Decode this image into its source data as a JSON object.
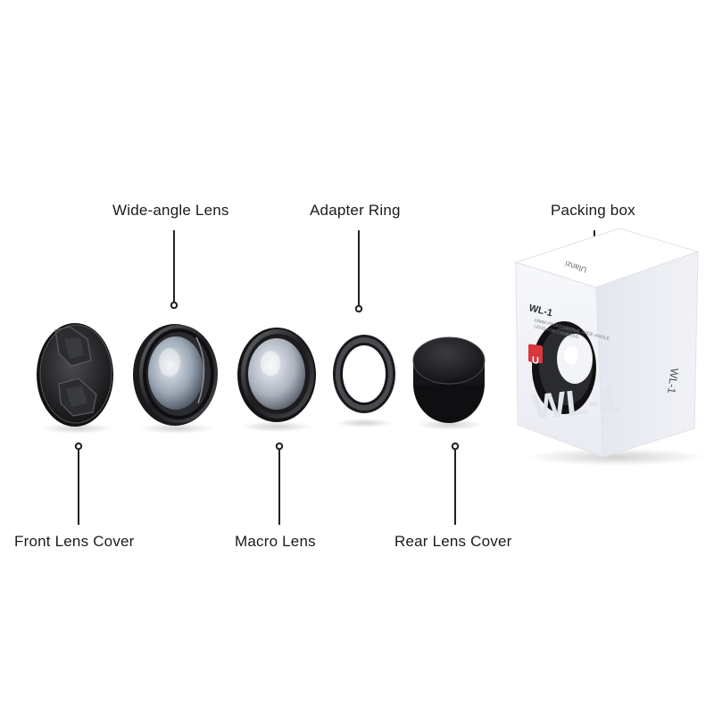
{
  "labels": {
    "wide_angle_lens": "Wide-angle Lens",
    "adapter_ring": "Adapter Ring",
    "packing_box": "Packing box",
    "front_lens_cover": "Front Lens Cover",
    "macro_lens": "Macro Lens",
    "rear_lens_cover": "Rear Lens Cover"
  },
  "box": {
    "brand_logo_letter": "U",
    "brand_name": "Ulanzi",
    "model": "WL-1",
    "model_large": "WL-1",
    "model_side": "WL-1",
    "subtitle_line1": "18MM PROFESSIONAL WIDE-ANGLE",
    "subtitle_line2": "LENS FOR CAMERAS"
  },
  "colors": {
    "text": "#1a1a1a",
    "leader_line": "#222222",
    "logo_red": "#d9363e",
    "lens_black": "#1c1c1e",
    "box_white": "#f4f5f8"
  }
}
